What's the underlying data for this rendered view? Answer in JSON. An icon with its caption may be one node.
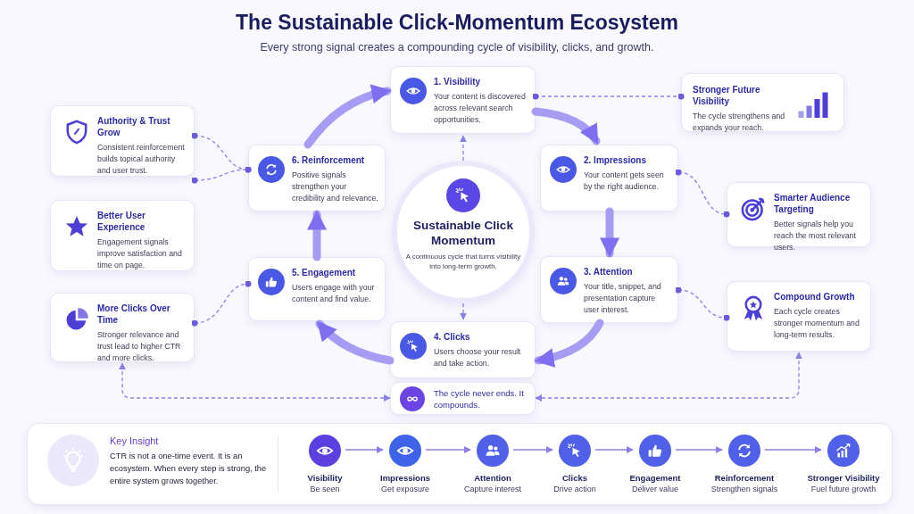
{
  "diagram": {
    "title": "The Sustainable Click-Momentum Ecosystem",
    "nodes": [
      {
        "text": [
          "1. Visibility",
          "Your content is discovered across relevant search opportunities."
        ]
      },
      {
        "text": [
          "2. Impressions",
          "Your content gets seen by the right audience."
        ]
      },
      {
        "text": [
          "3. Attention",
          "Your title, snippet, and presentation capture user interest."
        ]
      },
      {
        "text": [
          "4. Clicks",
          "Users choose your result and take action."
        ]
      },
      {
        "text": [
          "5. Engagement",
          "Users engage with your content and find value."
        ]
      },
      {
        "text": [
          "6. Reinforcement",
          "Positive signals strengthen your credibility and relevance."
        ]
      },
      {
        "text": [
          "Sustainable Click Momentum",
          "A continuous cycle that turns visibility into long-term growth."
        ]
      },
      {
        "text": [
          "The cycle never ends. It compounds."
        ]
      },
      {
        "text": [
          "Authority & Trust Grow",
          "Consistent reinforcement builds topical authority and user trust."
        ]
      },
      {
        "text": [
          "Better User Experience",
          "Engagement signals improve satisfaction and time on page."
        ]
      },
      {
        "text": [
          "More Clicks Over Time",
          "Stronger relevance and trust lead to higher CTR and more clicks."
        ]
      },
      {
        "text": [
          "Stronger Future Visibility",
          "The cycle strengthens and expands your reach."
        ]
      },
      {
        "text": [
          "Smarter Audience Targeting",
          "Better signals help you reach the most relevant users."
        ]
      },
      {
        "text": [
          "Compound Growth",
          "Each cycle creates stronger momentum and long-term results."
        ]
      },
      {
        "text": [
          "Key Insight",
          "CTR is not a one-time event. It is an ecosystem. When every step is strong, the entire system grows together."
        ]
      },
      {
        "text": [
          "Visibility",
          "Be seen"
        ],
        "in": 14
      },
      {
        "text": [
          "Impressions",
          "Get exposure"
        ],
        "in": 14
      },
      {
        "text": [
          "Attention",
          "Capture interest"
        ],
        "in": 14
      },
      {
        "text": [
          "Clicks",
          "Drive action"
        ],
        "in": 14
      },
      {
        "text": [
          "Engagement",
          "Deliver value"
        ],
        "in": 14
      },
      {
        "text": [
          "Reinforcement",
          "Strengthen signals"
        ],
        "in": 14
      },
      {
        "text": [
          "Stronger Visibility",
          "Fuel future growth"
        ],
        "in": 14
      }
    ],
    "edges": [
      {
        "from": 0,
        "to": 1,
        "arrow": "to",
        "style": "thick"
      },
      {
        "from": 1,
        "to": 2,
        "arrow": "to",
        "style": "thick"
      },
      {
        "from": 2,
        "to": 3,
        "arrow": "to",
        "style": "thick"
      },
      {
        "from": 3,
        "to": 4,
        "arrow": "to",
        "style": "thick"
      },
      {
        "from": 4,
        "to": 5,
        "arrow": "to",
        "style": "thick"
      },
      {
        "from": 5,
        "to": 0,
        "arrow": "to",
        "style": "thick"
      },
      {
        "from": 6,
        "to": 0,
        "arrow": "to",
        "style": "dashed"
      },
      {
        "from": 6,
        "to": 3,
        "arrow": "to",
        "style": "dashed"
      },
      {
        "from": 8,
        "to": 5,
        "arrow": "other",
        "style": "dashed"
      },
      {
        "from": 9,
        "to": 5,
        "arrow": "other",
        "style": "dashed"
      },
      {
        "from": 10,
        "to": 4,
        "arrow": "other",
        "style": "dashed"
      },
      {
        "from": 0,
        "to": 11,
        "arrow": "other",
        "style": "dashed"
      },
      {
        "from": 1,
        "to": 12,
        "arrow": "other",
        "style": "dashed"
      },
      {
        "from": 2,
        "to": 13,
        "arrow": "other",
        "style": "dashed"
      },
      {
        "from": 7,
        "to": 10,
        "arrow": "both",
        "style": "dashed"
      },
      {
        "from": 7,
        "to": 13,
        "arrow": "both",
        "style": "dashed"
      },
      {
        "from": 15,
        "to": 16,
        "arrow": "to"
      },
      {
        "from": 16,
        "to": 17,
        "arrow": "to"
      },
      {
        "from": 17,
        "to": 18,
        "arrow": "to"
      },
      {
        "from": 18,
        "to": 19,
        "arrow": "to"
      },
      {
        "from": 19,
        "to": 20,
        "arrow": "to"
      },
      {
        "from": 20,
        "to": 21,
        "arrow": "to"
      }
    ],
    "labels": [
      "Every strong signal creates a compounding cycle of visibility, clicks, and growth."
    ]
  }
}
